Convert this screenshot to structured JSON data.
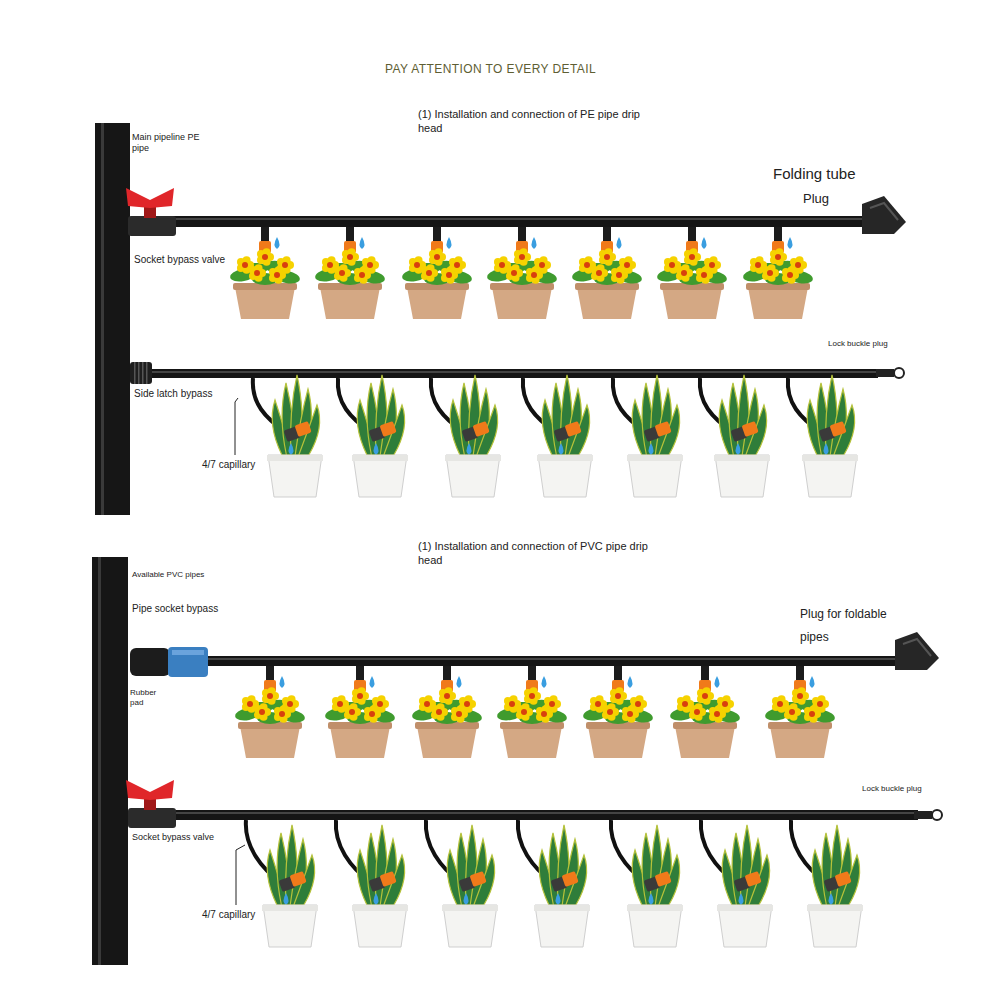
{
  "diagram": {
    "title": "PAY ATTENTION TO EVERY DETAIL",
    "labels": [
      "(1) Installation and connection of PE pipe drip head",
      "Main pipeline PE pipe",
      "Folding tube",
      "Plug",
      "Socket bypass valve",
      "Lock buckle plug",
      "Side latch bypass",
      "4/7 capillary",
      "(1) Installation and connection of PVC pipe drip head",
      "Available PVC pipes",
      "Pipe socket bypass",
      "Plug for foldable pipes",
      "Rubber pad",
      "Lock buckle plug",
      "Socket bypass valve",
      "4/7 capillary"
    ]
  }
}
